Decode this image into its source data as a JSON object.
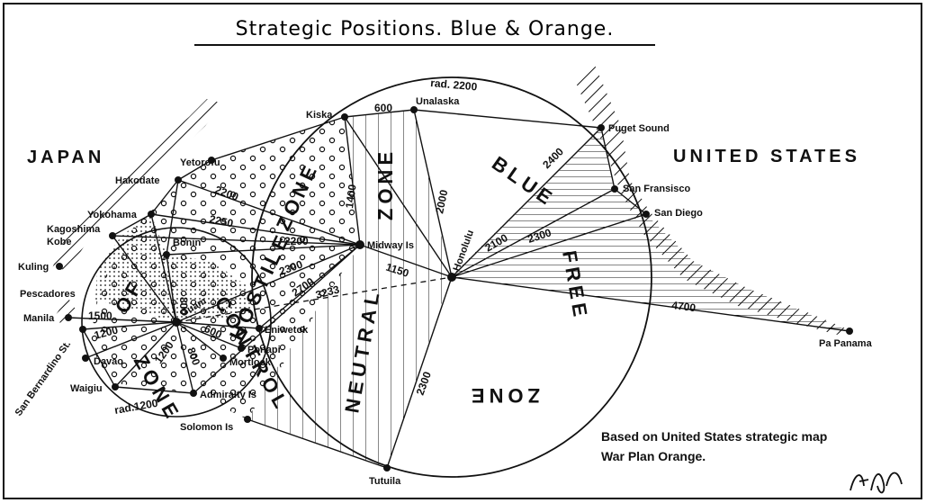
{
  "title": "Strategic Positions. Blue & Orange.",
  "regions": {
    "japan": "JAPAN",
    "usa": "UNITED STATES"
  },
  "zones": {
    "control": "CONTROL",
    "of": "OF",
    "zone_control": "ZONE",
    "hostile": "HOSTILE",
    "hostile_zone": "ZONE",
    "neutral": "NEUTRAL",
    "neutral_zone": "ZONE",
    "blue": "BLUE",
    "free": "FREE",
    "free_zone": "ZONE"
  },
  "places": {
    "yetorofu": "Yetorofu",
    "hakodate": "Hakodate",
    "yokohama": "Yokohama",
    "kagoshima": "Kagoshima",
    "kobe": "Kobe",
    "kuling": "Kuling",
    "pescadores": "Pescadores",
    "manila": "Manila",
    "san_bernardino": "San Bernardino St.",
    "davao": "Davao",
    "waigiu": "Waigiu",
    "bonin": "Bonin",
    "guam": "Guam",
    "eniwetok": "Eniwetok",
    "ponapi": "Ponapi",
    "mortlock": "Mortlock",
    "admiralty": "Admiralty Is",
    "solomon": "Solomon Is",
    "kiska": "Kiska",
    "unalaska": "Unalaska",
    "midway": "Midway Is",
    "honolulu": "Honolulu",
    "tutuila": "Tutuila",
    "puget": "Puget Sound",
    "sanfran": "San Fransisco",
    "sandiego": "San Diego",
    "panama": "Pa Panama"
  },
  "distances": {
    "rad2200": "rad. 2200",
    "d600": "600",
    "d1400": "1400",
    "d2000": "2000",
    "d2200": "2200",
    "d2250": "2250",
    "d2200b": "2200",
    "d2300": "2300",
    "d2700": "2700",
    "d3233": "3233",
    "d1150": "1150",
    "d2400": "2400",
    "d2100": "2100",
    "d2300b": "2300",
    "d4700": "4700",
    "d2300c": "2300",
    "d1500": "1500",
    "d1200a": "1200",
    "d1200b": "1200",
    "d800a": "800",
    "d800b": "800",
    "d600b": "600",
    "rad1200": "rad.1200"
  },
  "note": {
    "line1": "Based on United States strategic map",
    "line2": "War Plan Orange."
  },
  "signature": "A.G.J."
}
